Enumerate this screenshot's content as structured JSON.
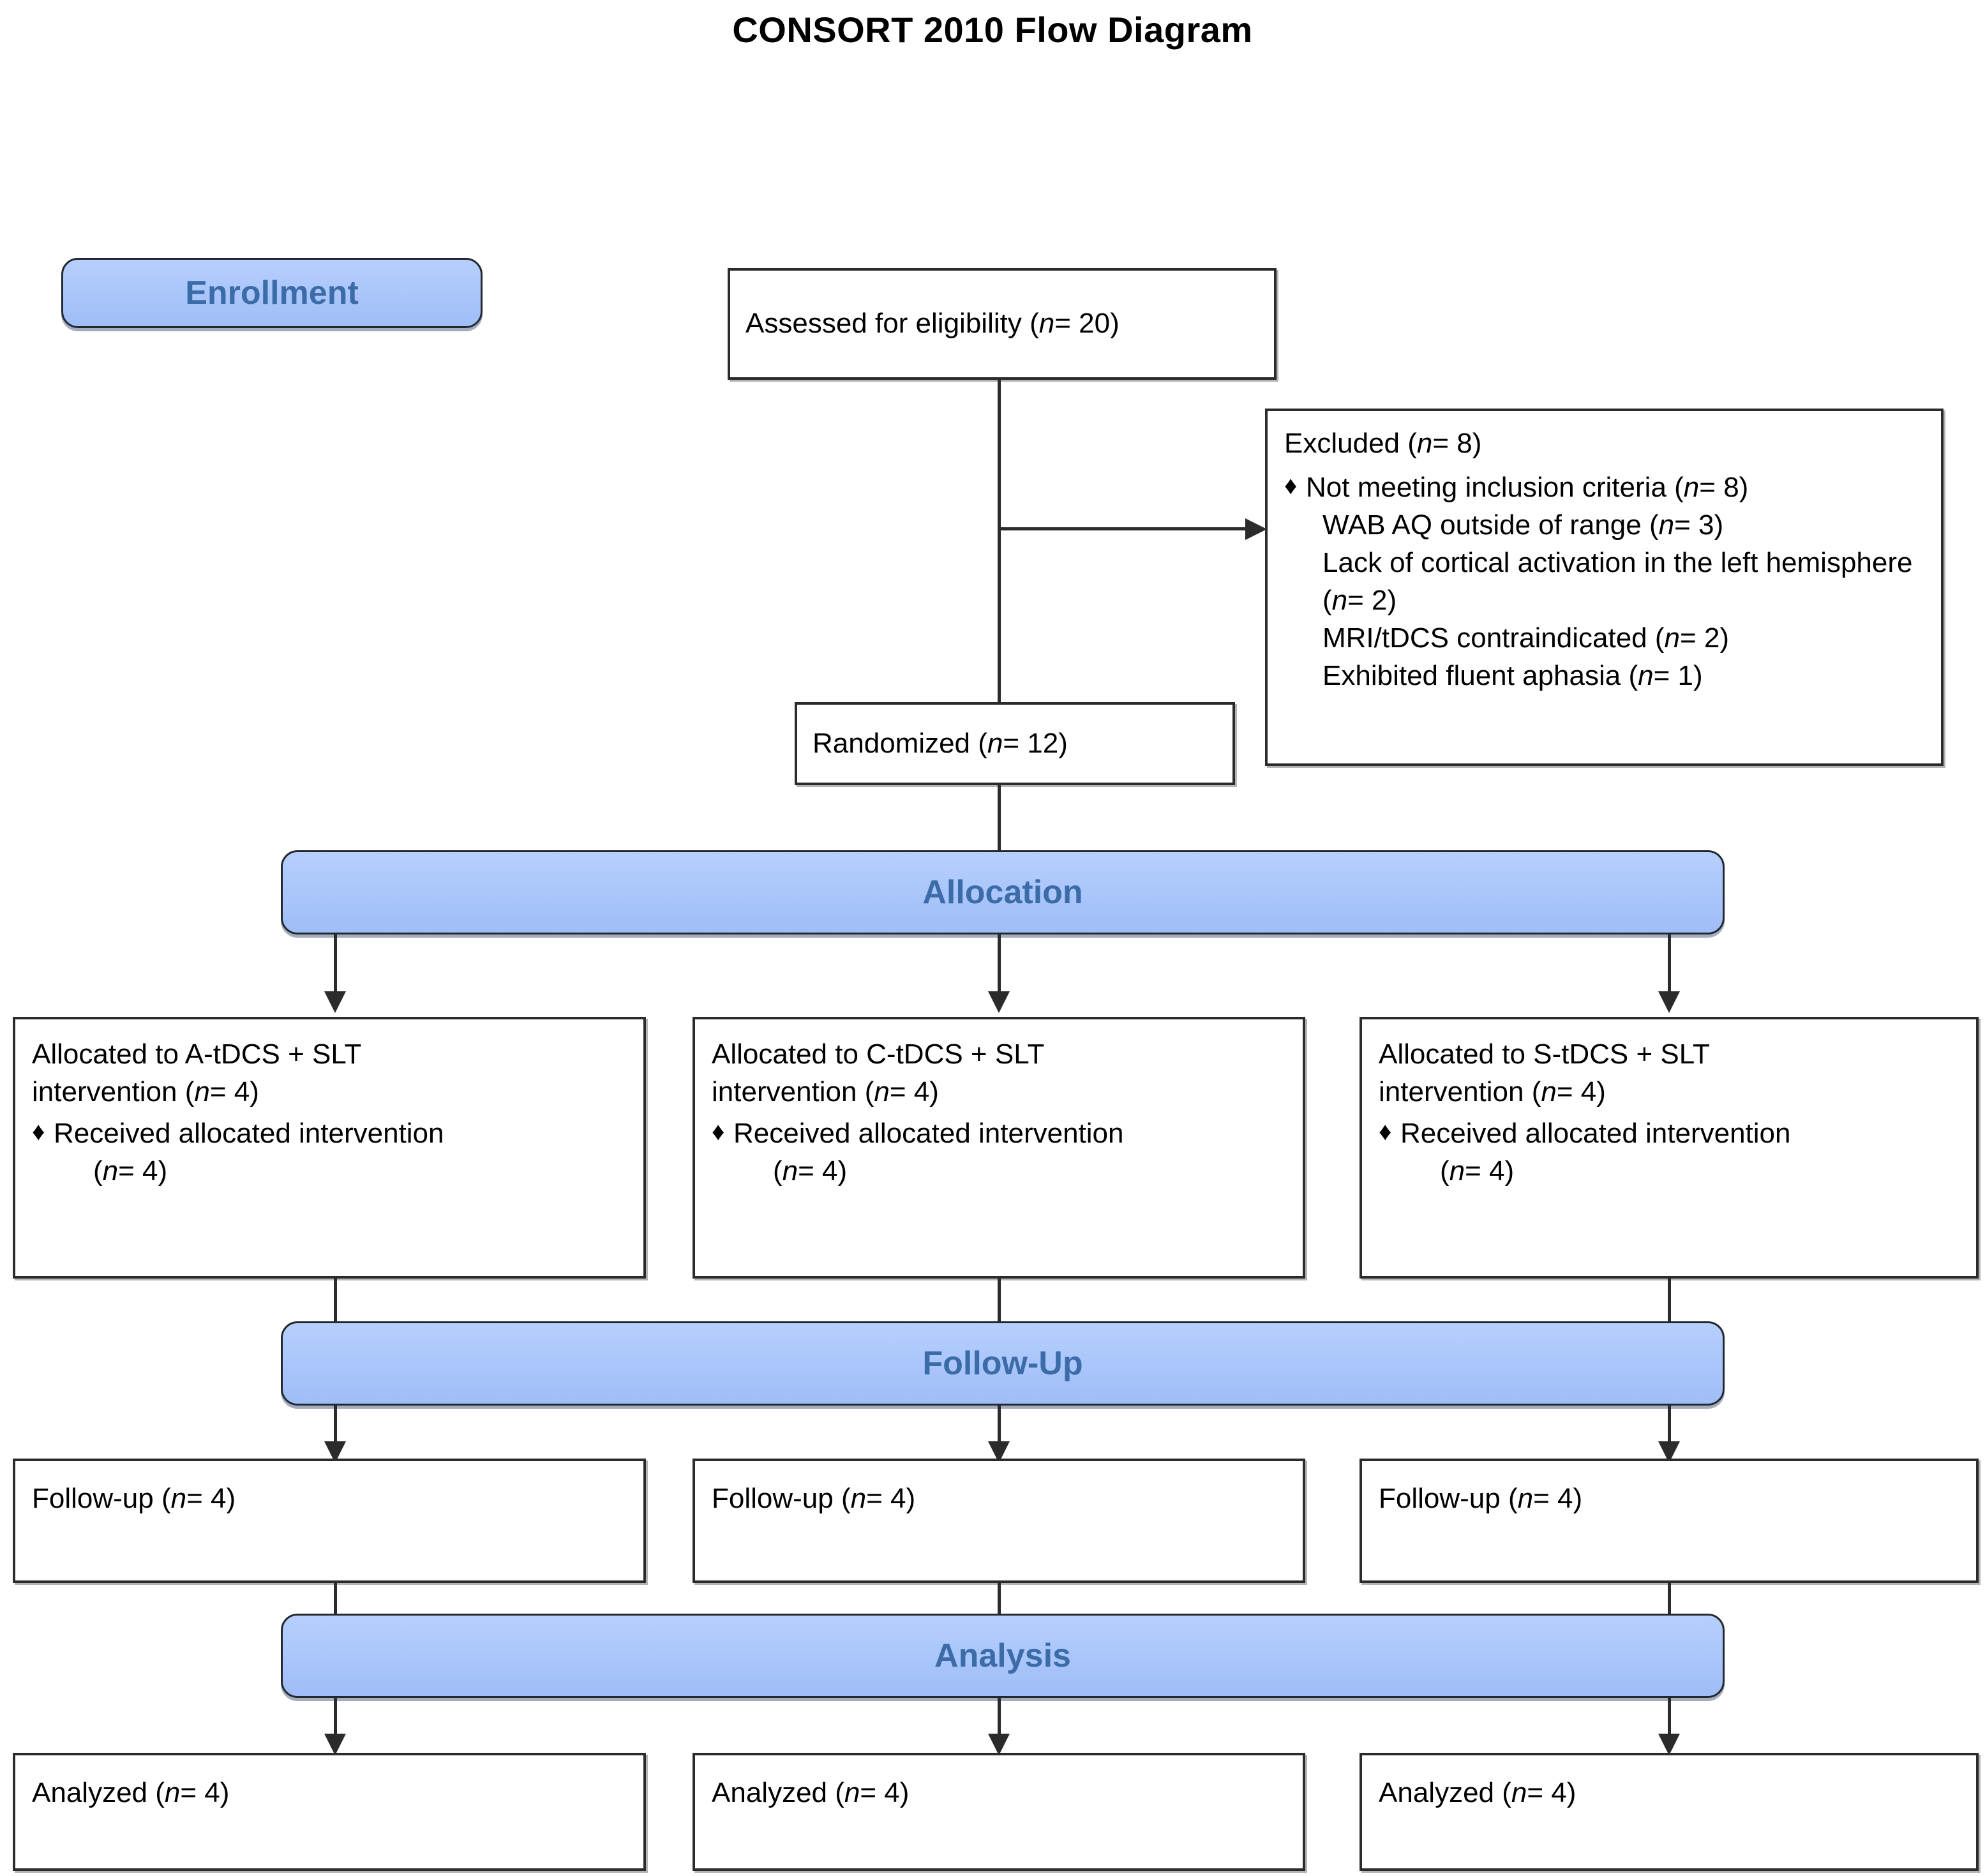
{
  "title": "CONSORT 2010 Flow Diagram",
  "colors": {
    "banner_fill": "#aac8fb",
    "banner_text": "#3c6ca8",
    "box_border": "#2b2b2b",
    "page_background": "#ffffff"
  },
  "stages": {
    "enrollment": "Enrollment",
    "allocation": "Allocation",
    "followup": "Follow-Up",
    "analysis": "Analysis"
  },
  "enrollment": {
    "assessed": "Assessed for eligibility (n= 20)",
    "assessed_pre": "Assessed for eligibility (",
    "assessed_n": "n",
    "assessed_post": "= 20)",
    "randomized_pre": "Randomized (",
    "randomized_n": "n",
    "randomized_post": "= 12)",
    "excluded": {
      "heading_pre": "Excluded  (",
      "heading_n": "n",
      "heading_post": "= 8)",
      "bullet_mark": "♦",
      "items": [
        {
          "text_pre": "Not meeting inclusion criteria (",
          "n": "n",
          "text_post": "= 8)",
          "bulleted": true,
          "indent": 0
        },
        {
          "text_pre": "WAB AQ outside of range (",
          "n": "n",
          "text_post": "= 3)",
          "bulleted": false,
          "indent": 1
        },
        {
          "text_pre": "Lack of cortical activation in the left hemisphere (",
          "n": "n",
          "text_post": "= 2)",
          "bulleted": false,
          "indent": 1
        },
        {
          "text_pre": "MRI/tDCS contraindicated (",
          "n": "n",
          "text_post": "= 2)",
          "bulleted": false,
          "indent": 1
        },
        {
          "text_pre": "Exhibited fluent aphasia (",
          "n": "n",
          "text_post": "= 1)",
          "bulleted": false,
          "indent": 1
        }
      ]
    }
  },
  "allocation_boxes": [
    {
      "line1": "Allocated to A-tDCS + SLT",
      "line2_pre": "intervention (",
      "line2_n": "n",
      "line2_post": "= 4)",
      "bullet_mark": "♦",
      "bullet_text": "Received allocated intervention",
      "bullet_sub_pre": "(",
      "bullet_sub_n": "n",
      "bullet_sub_post": "= 4)"
    },
    {
      "line1": "Allocated to C-tDCS + SLT",
      "line2_pre": "intervention (",
      "line2_n": "n",
      "line2_post": "= 4)",
      "bullet_mark": "♦",
      "bullet_text": "Received allocated intervention",
      "bullet_sub_pre": "(",
      "bullet_sub_n": "n",
      "bullet_sub_post": "= 4)"
    },
    {
      "line1": "Allocated to S-tDCS + SLT",
      "line2_pre": "intervention (",
      "line2_n": "n",
      "line2_post": "= 4)",
      "bullet_mark": "♦",
      "bullet_text": "Received allocated intervention",
      "bullet_sub_pre": "(",
      "bullet_sub_n": "n",
      "bullet_sub_post": "= 4)"
    }
  ],
  "followup_boxes": [
    {
      "text_pre": "Follow-up  (",
      "n": "n",
      "text_post": "= 4)"
    },
    {
      "text_pre": "Follow-up  (",
      "n": "n",
      "text_post": "= 4)"
    },
    {
      "text_pre": "Follow-up  (",
      "n": "n",
      "text_post": "= 4)"
    }
  ],
  "analysis_boxes": [
    {
      "text_pre": "Analyzed  (",
      "n": "n",
      "text_post": "= 4)"
    },
    {
      "text_pre": "Analyzed  (",
      "n": "n",
      "text_post": "= 4)"
    },
    {
      "text_pre": "Analyzed  (",
      "n": "n",
      "text_post": "= 4)"
    }
  ]
}
